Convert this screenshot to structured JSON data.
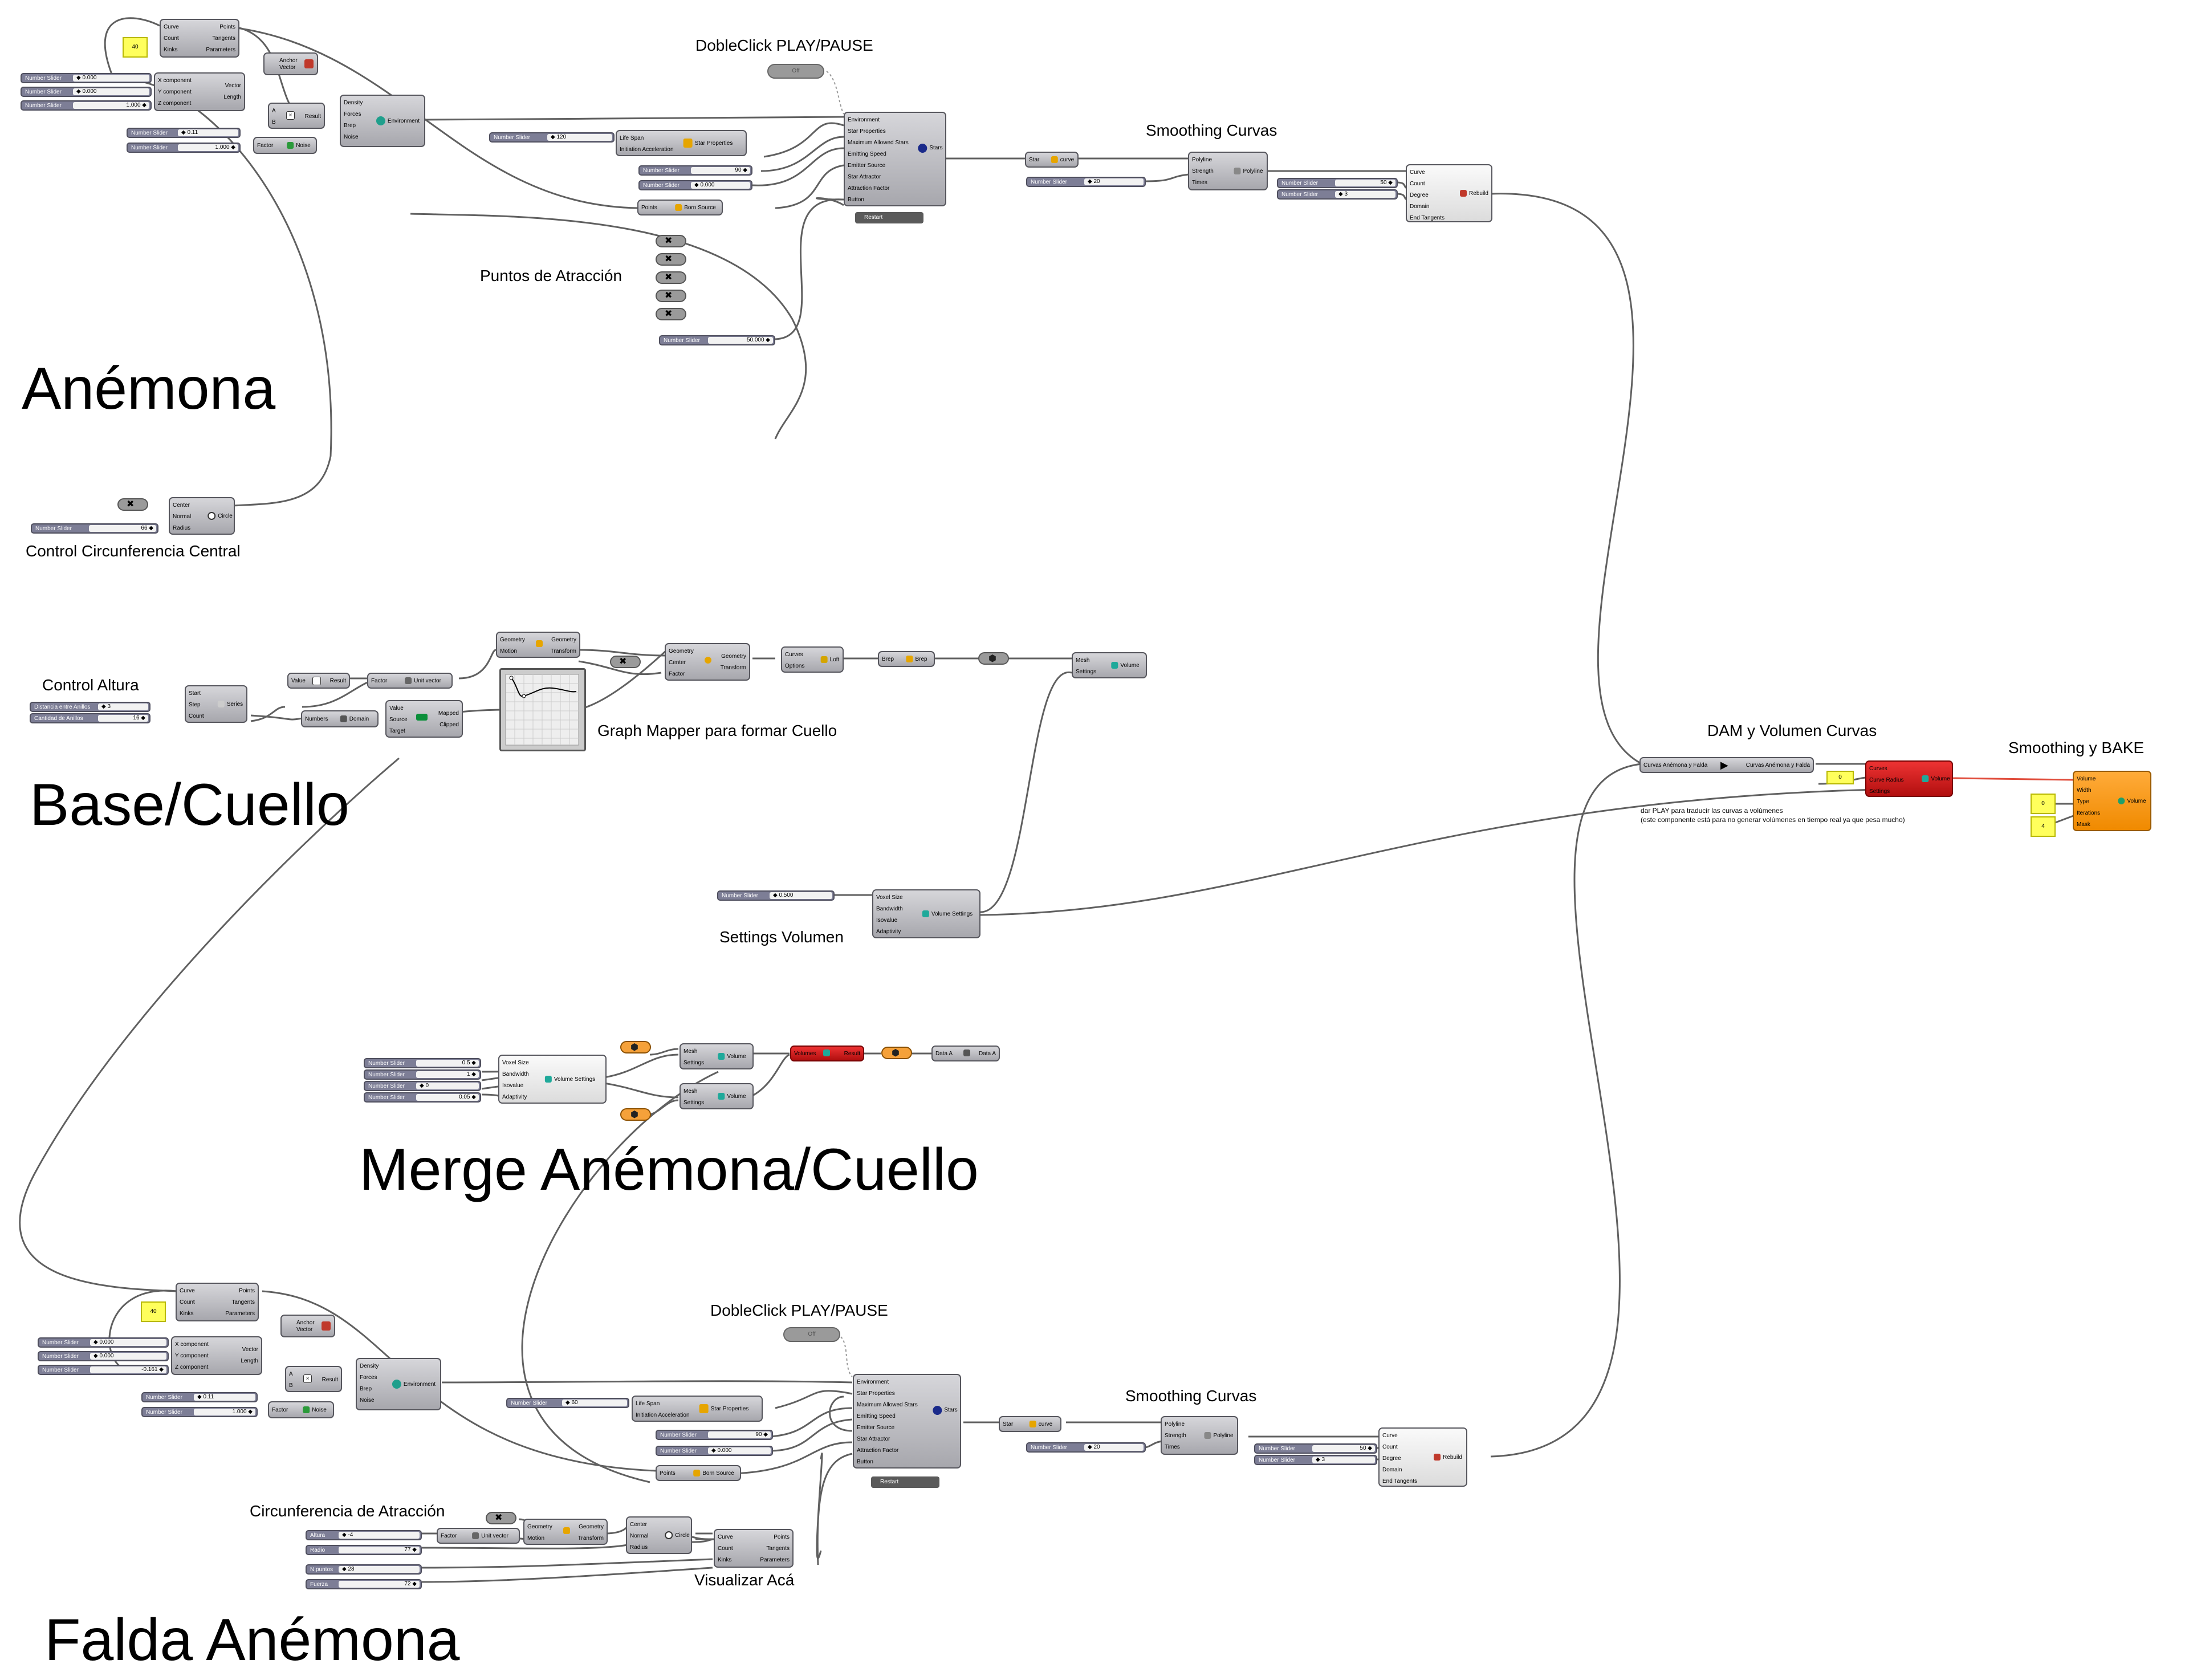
{
  "sections": {
    "anemona": "Anémona",
    "base_cuello": "Base/Cuello",
    "merge": "Merge Anémona/Cuello",
    "falda": "Falda Anémona"
  },
  "labels": {
    "play_top": "DobleClick PLAY/PAUSE",
    "smoothing_top": "Smoothing Curvas",
    "puntos_atraccion": "Puntos de Atracción",
    "control_circ": "Control Circunferencia Central",
    "control_altura": "Control Altura",
    "graph_mapper": "Graph Mapper para formar Cuello",
    "dam_volumen": "DAM y Volumen Curvas",
    "smoothing_bake": "Smoothing y BAKE",
    "settings_volumen": "Settings Volumen",
    "play_bottom": "DobleClick PLAY/PAUSE",
    "smoothing_bottom": "Smoothing Curvas",
    "circ_atraccion": "Circunferencia de Atracción",
    "visualizar": "Visualizar Acá",
    "note_line1": "dar PLAY para traducir las curvas a volúmenes",
    "note_line2": "(este componente está para no generar volúmenes en tiempo real ya que pesa mucho)"
  },
  "sliders": {
    "a1": {
      "label": "Number Slider",
      "value": "◆ 0.000"
    },
    "a2": {
      "label": "Number Slider",
      "value": "◆ 0.000"
    },
    "a3": {
      "label": "Number Slider",
      "value": "1.000 ◆"
    },
    "a4": {
      "label": "Number Slider",
      "value": "◆ 0.11"
    },
    "a5": {
      "label": "Number Slider",
      "value": "1.000 ◆"
    },
    "a6": {
      "label": "Number Slider",
      "value": "◆ 120"
    },
    "a7": {
      "label": "Number Slider",
      "value": "90 ◆"
    },
    "a8": {
      "label": "Number Slider",
      "value": "◆ 0.000"
    },
    "a9": {
      "label": "Number Slider",
      "value": "50.000 ◆"
    },
    "a10": {
      "label": "Number Slider",
      "value": "◆ 20"
    },
    "a11": {
      "label": "Number Slider",
      "value": "50 ◆"
    },
    "a12": {
      "label": "Number Slider",
      "value": "◆ 3"
    },
    "c1": {
      "label": "Number Slider",
      "value": "66 ◆"
    },
    "b1": {
      "label": "Distancia entre Anillos",
      "value": "◆ 3"
    },
    "b2": {
      "label": "Cantidad de Anillos",
      "value": "16 ◆"
    },
    "s1": {
      "label": "Number Slider",
      "value": "◆ 0.500"
    },
    "m1": {
      "label": "Number Slider",
      "value": "0.5 ◆"
    },
    "m2": {
      "label": "Number Slider",
      "value": "1 ◆"
    },
    "m3": {
      "label": "Number Slider",
      "value": "◆ 0"
    },
    "m4": {
      "label": "Number Slider",
      "value": "0.05 ◆"
    },
    "f1": {
      "label": "Number Slider",
      "value": "◆ 0.000"
    },
    "f2": {
      "label": "Number Slider",
      "value": "◆ 0.000"
    },
    "f3": {
      "label": "Number Slider",
      "value": "-0.161 ◆"
    },
    "f4": {
      "label": "Number Slider",
      "value": "◆ 0.11"
    },
    "f5": {
      "label": "Number Slider",
      "value": "1.000 ◆"
    },
    "f6": {
      "label": "Number Slider",
      "value": "◆ 60"
    },
    "f7": {
      "label": "Number Slider",
      "value": "90 ◆"
    },
    "f8": {
      "label": "Number Slider",
      "value": "◆ 0.000"
    },
    "f9": {
      "label": "Number Slider",
      "value": "◆ 20"
    },
    "f10": {
      "label": "Number Slider",
      "value": "50 ◆"
    },
    "f11": {
      "label": "Number Slider",
      "value": "◆ 3"
    },
    "g1": {
      "label": "Altura",
      "value": "◆ -4"
    },
    "g2": {
      "label": "Radio",
      "value": "77 ◆"
    },
    "g3": {
      "label": "N puntos",
      "value": "◆ 28"
    },
    "g4": {
      "label": "Fuerza",
      "value": "72 ◆"
    }
  },
  "panels": {
    "p1": "40",
    "p2": "40",
    "p3": "0",
    "p4": "0",
    "p5": "4"
  },
  "toggles": {
    "t1": "Off",
    "t2": "Off"
  },
  "buttons": {
    "r1": "Restart",
    "r2": "Restart"
  },
  "components": {
    "div1": {
      "name": "",
      "ins": [
        "Curve",
        "Count",
        "Kinks"
      ],
      "outs": [
        "Points",
        "Tangents",
        "Parameters"
      ]
    },
    "anchor1": {
      "name": "",
      "ins": [
        "Anchor",
        "Vector"
      ],
      "outs": []
    },
    "vec1": {
      "name": "",
      "ins": [
        "X component",
        "Y component",
        "Z component"
      ],
      "outs": [
        "Vector",
        "Length"
      ]
    },
    "mult1": {
      "name": "",
      "ins": [
        "A",
        "B"
      ],
      "outs": [
        "Result"
      ]
    },
    "env1": {
      "name": "Environment",
      "ins": [
        "Density",
        "Forces",
        "Brep",
        "Noise"
      ],
      "outs": []
    },
    "noise1": {
      "name": "Noise",
      "ins": [
        "Factor"
      ],
      "outs": []
    },
    "starprop1": {
      "name": "Star Properties",
      "ins": [
        "Life Span",
        "Initiation Acceleration"
      ],
      "outs": []
    },
    "born1": {
      "name": "Born Source",
      "ins": [
        "Points"
      ],
      "outs": []
    },
    "stars1": {
      "name": "Stars",
      "ins": [
        "Environment",
        "Star Properties",
        "Maximum Allowed Stars",
        "Emitting Speed",
        "Emitter Source",
        "Star Attractor",
        "Attraction Factor",
        "Button"
      ],
      "outs": []
    },
    "curve1": {
      "name": "curve",
      "ins": [
        "Star"
      ],
      "outs": []
    },
    "poly1": {
      "name": "Polyline",
      "ins": [
        "Polyline",
        "Strength",
        "Times"
      ],
      "outs": []
    },
    "rebuild1": {
      "name": "Rebuild",
      "ins": [
        "Curve",
        "Count",
        "Degree",
        "Domain",
        "End Tangents"
      ],
      "outs": []
    },
    "circle1": {
      "name": "Circle",
      "ins": [
        "Center",
        "Normal",
        "Radius"
      ],
      "outs": []
    },
    "move1": {
      "name": "",
      "ins": [
        "Geometry",
        "Motion"
      ],
      "outs": [
        "Geometry",
        "Transform"
      ]
    },
    "scale1": {
      "name": "",
      "ins": [
        "Geometry",
        "Center",
        "Factor"
      ],
      "outs": [
        "Geometry",
        "Transform"
      ]
    },
    "loft1": {
      "name": "Loft",
      "ins": [
        "Curves",
        "Options"
      ],
      "outs": []
    },
    "brep1": {
      "name": "Brep",
      "ins": [
        "Brep"
      ],
      "outs": []
    },
    "meshvol1": {
      "name": "Volume",
      "ins": [
        "Mesh",
        "Settings"
      ],
      "outs": []
    },
    "series1": {
      "name": "Series",
      "ins": [
        "Start",
        "Step",
        "Count"
      ],
      "outs": []
    },
    "neg1": {
      "name": "",
      "ins": [
        "Value"
      ],
      "outs": [
        "Result"
      ]
    },
    "unit1": {
      "name": "Unit vector",
      "ins": [
        "Factor"
      ],
      "outs": []
    },
    "domain1": {
      "name": "Domain",
      "ins": [
        "Numbers"
      ],
      "outs": []
    },
    "remap1": {
      "name": "",
      "ins": [
        "Value",
        "Source",
        "Target"
      ],
      "outs": [
        "Mapped",
        "Clipped"
      ]
    },
    "dam": {
      "name": "",
      "ins": [
        "Curvas Anémona y Falda"
      ],
      "outs": [
        "Curvas Anémona y Falda"
      ]
    },
    "redvol": {
      "name": "Volume",
      "ins": [
        "Curves",
        "Curve Radius",
        "Settings"
      ],
      "outs": []
    },
    "orangevol": {
      "name": "Volume",
      "ins": [
        "Volume",
        "Width",
        "Type",
        "Iterations",
        "Mask"
      ],
      "outs": []
    },
    "volset1": {
      "name": "Volume Settings",
      "ins": [
        "Voxel Size",
        "Bandwidth",
        "Isovalue",
        "Adaptivity"
      ],
      "outs": []
    },
    "volset2": {
      "name": "Volume Settings",
      "ins": [
        "Voxel Size",
        "Bandwidth",
        "Isovalue",
        "Adaptivity"
      ],
      "outs": []
    },
    "mvol1": {
      "name": "Volume",
      "ins": [
        "Mesh",
        "Settings"
      ],
      "outs": []
    },
    "mvol2": {
      "name": "Volume",
      "ins": [
        "Mesh",
        "Settings"
      ],
      "outs": []
    },
    "redmerge": {
      "name": "",
      "ins": [
        "Volumes"
      ],
      "outs": [
        "Result"
      ]
    },
    "dataA": {
      "name": "",
      "ins": [
        "Data A"
      ],
      "outs": [
        "Data A"
      ]
    },
    "div2": {
      "name": "",
      "ins": [
        "Curve",
        "Count",
        "Kinks"
      ],
      "outs": [
        "Points",
        "Tangents",
        "Parameters"
      ]
    },
    "anchor2": {
      "name": "",
      "ins": [
        "Anchor",
        "Vector"
      ],
      "outs": []
    },
    "vec2": {
      "name": "",
      "ins": [
        "X component",
        "Y component",
        "Z component"
      ],
      "outs": [
        "Vector",
        "Length"
      ]
    },
    "mult2": {
      "name": "",
      "ins": [
        "A",
        "B"
      ],
      "outs": [
        "Result"
      ]
    },
    "env2": {
      "name": "Environment",
      "ins": [
        "Density",
        "Forces",
        "Brep",
        "Noise"
      ],
      "outs": []
    },
    "noise2": {
      "name": "Noise",
      "ins": [
        "Factor"
      ],
      "outs": []
    },
    "starprop2": {
      "name": "Star Properties",
      "ins": [
        "Life Span",
        "Initiation Acceleration"
      ],
      "outs": []
    },
    "born2": {
      "name": "Born Source",
      "ins": [
        "Points"
      ],
      "outs": []
    },
    "stars2": {
      "name": "Stars",
      "ins": [
        "Environment",
        "Star Properties",
        "Maximum Allowed Stars",
        "Emitting Speed",
        "Emitter Source",
        "Star Attractor",
        "Attraction Factor",
        "Button"
      ],
      "outs": []
    },
    "curve2": {
      "name": "curve",
      "ins": [
        "Star"
      ],
      "outs": []
    },
    "poly2": {
      "name": "Polyline",
      "ins": [
        "Polyline",
        "Strength",
        "Times"
      ],
      "outs": []
    },
    "rebuild2": {
      "name": "Rebuild",
      "ins": [
        "Curve",
        "Count",
        "Degree",
        "Domain",
        "End Tangents"
      ],
      "outs": []
    },
    "move2": {
      "name": "",
      "ins": [
        "Geometry",
        "Motion"
      ],
      "outs": [
        "Geometry",
        "Transform"
      ]
    },
    "unit2": {
      "name": "Unit vector",
      "ins": [
        "Factor"
      ],
      "outs": []
    },
    "circle2": {
      "name": "Circle",
      "ins": [
        "Center",
        "Normal",
        "Radius"
      ],
      "outs": []
    },
    "div3": {
      "name": "",
      "ins": [
        "Curve",
        "Count",
        "Kinks"
      ],
      "outs": [
        "Points",
        "Tangents",
        "Parameters"
      ]
    }
  },
  "colors": {
    "canvas": "#ffffff",
    "component": "#b5b5bb",
    "slider": "#7d7e96",
    "panel": "#ffff5c",
    "red": "#d41c1c",
    "orange": "#f79a1c",
    "wire": "#5a5a5a"
  }
}
